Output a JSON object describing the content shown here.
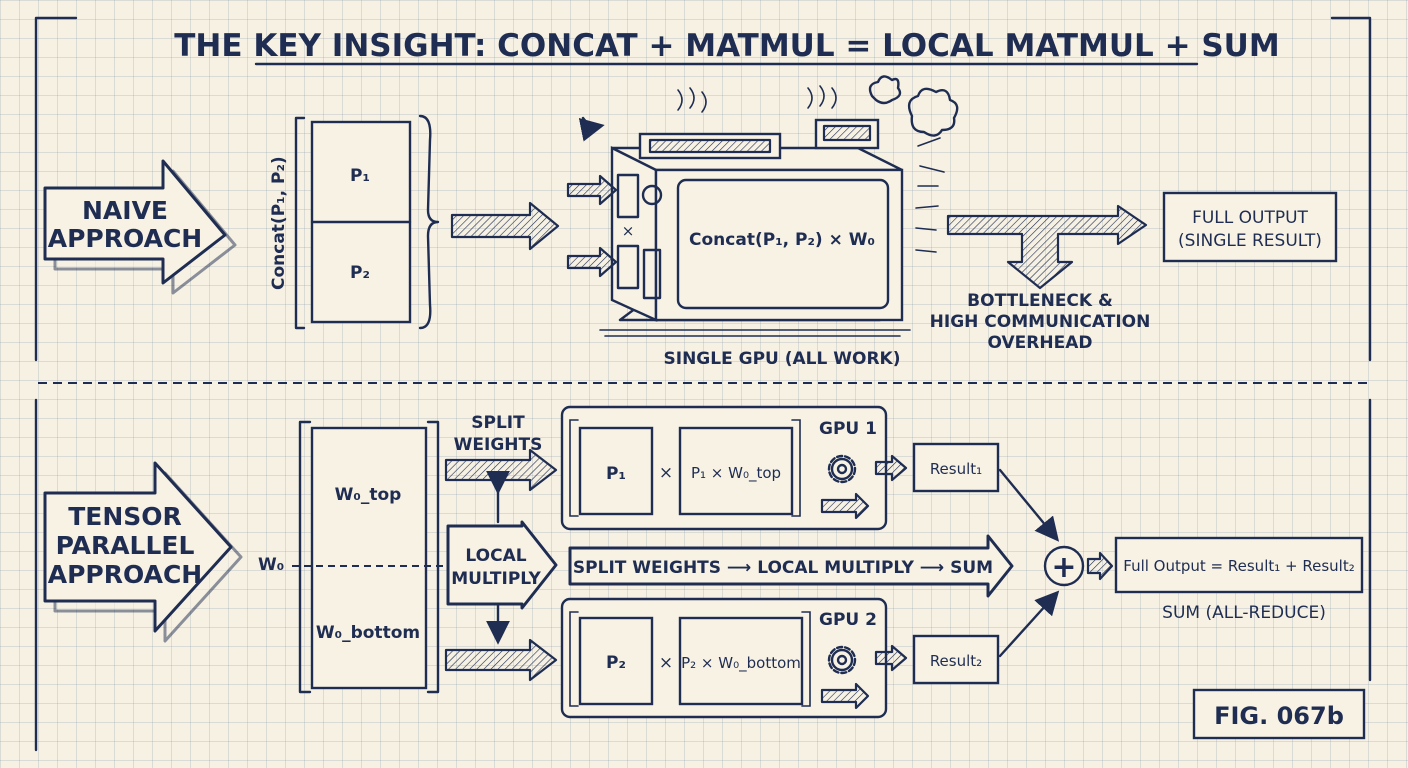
{
  "title": "THE KEY INSIGHT: CONCAT + MATMUL = LOCAL MATMUL + SUM",
  "naive": {
    "label_line1": "NAIVE",
    "label_line2": "APPROACH",
    "concat_label": "Concat(P₁, P₂)",
    "block_top": "P₁",
    "block_bottom": "P₂",
    "gpu_operation": "Concat(P₁, P₂) × W₀",
    "gpu_caption": "SINGLE GPU (ALL WORK)",
    "output_line1": "FULL OUTPUT",
    "output_line2": "(SINGLE RESULT)",
    "bottleneck_line1": "BOTTLENECK &",
    "bottleneck_line2": "HIGH COMMUNICATION",
    "bottleneck_line3": "OVERHEAD"
  },
  "tensor": {
    "label_line1": "TENSOR",
    "label_line2": "PARALLEL",
    "label_line3": "APPROACH",
    "weight_label": "W₀",
    "weight_top": "W₀_top",
    "weight_bottom": "W₀_bottom",
    "split_line1": "SPLIT",
    "split_line2": "WEIGHTS",
    "local_line1": "LOCAL",
    "local_line2": "MULTIPLY",
    "pipeline": "SPLIT WEIGHTS ⟶ LOCAL MULTIPLY ⟶ SUM",
    "gpu1": {
      "name": "GPU 1",
      "input": "P₁",
      "times": "×",
      "product": "P₁ × W₀_top",
      "result": "Result₁"
    },
    "gpu2": {
      "name": "GPU 2",
      "input": "P₂",
      "times": "×",
      "product": "P₂ × W₀_bottom",
      "result": "Result₂"
    },
    "sum_symbol": "+",
    "full_output": "Full Output = Result₁ + Result₂",
    "sum_caption": "SUM (ALL-REDUCE)"
  },
  "figure_label": "FIG. 067b",
  "colors": {
    "ink": "#1f2d52",
    "paper": "#f6f1e2",
    "grid": "#9aa8c0"
  },
  "icons": [
    "gear-icon",
    "plus-icon",
    "steam-icon",
    "smoke-icon"
  ]
}
